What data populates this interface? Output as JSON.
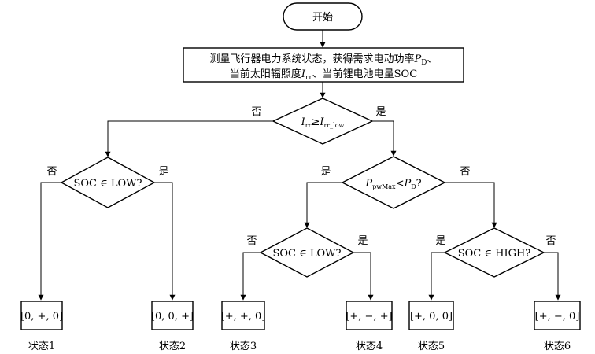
{
  "start": {
    "label": "开始"
  },
  "measure": {
    "line1_main": "测量飞行器电力系统状态，获得需求电动功率",
    "line1_var": "P",
    "line1_sub": "D",
    "line1_tail": "、",
    "line2_main": "当前太阳辐照度",
    "line2_var": "I",
    "line2_sub": "rr",
    "line2_tail": "、当前锂电池电量SOC"
  },
  "decision_irr": {
    "var1": "I",
    "sub1": "rr",
    "op": "≥",
    "var2": "I",
    "sub2": "rr_low",
    "no_label": "否",
    "yes_label": "是"
  },
  "decision_soc_left": {
    "text": "SOC ∈ LOW?",
    "no_label": "否",
    "yes_label": "是"
  },
  "decision_power": {
    "var1": "P",
    "sub1": "pwMax",
    "op": "<",
    "var2": "P",
    "sub2": "D",
    "tail": "?",
    "yes_label": "是",
    "no_label": "否"
  },
  "decision_soc_mid": {
    "text": "SOC ∈ LOW?",
    "no_label": "否",
    "yes_label": "是"
  },
  "decision_soc_right": {
    "text": "SOC ∈ HIGH?",
    "yes_label": "是",
    "no_label": "否"
  },
  "states": [
    {
      "value": "[0, +, 0]",
      "name": "状态1"
    },
    {
      "value": "[0, 0, +]",
      "name": "状态2"
    },
    {
      "value": "[+, +, 0]",
      "name": "状态3"
    },
    {
      "value": "[+, −, +]",
      "name": "状态4"
    },
    {
      "value": "[+, 0, 0]",
      "name": "状态5"
    },
    {
      "value": "[+, −, 0]",
      "name": "状态6"
    }
  ]
}
